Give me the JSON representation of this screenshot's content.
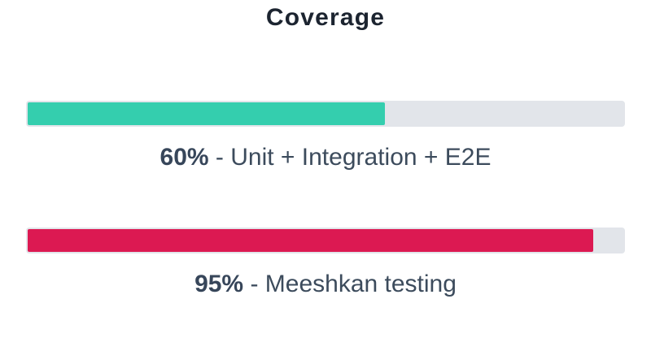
{
  "chart_data": {
    "type": "bar",
    "orientation": "horizontal",
    "title": "Coverage",
    "xlim": [
      0,
      100
    ],
    "categories": [
      "Unit + Integration + E2E",
      "Meeshkan testing"
    ],
    "values": [
      60,
      95
    ],
    "series": [
      {
        "percent_label": "60%",
        "separator": " - ",
        "label": "Unit + Integration + E2E",
        "value": 60,
        "color": "#34ceae"
      },
      {
        "percent_label": "95%",
        "separator": " - ",
        "label": "Meeshkan testing",
        "value": 95,
        "color": "#dc1952"
      }
    ],
    "track_color": "#e2e5ea"
  }
}
